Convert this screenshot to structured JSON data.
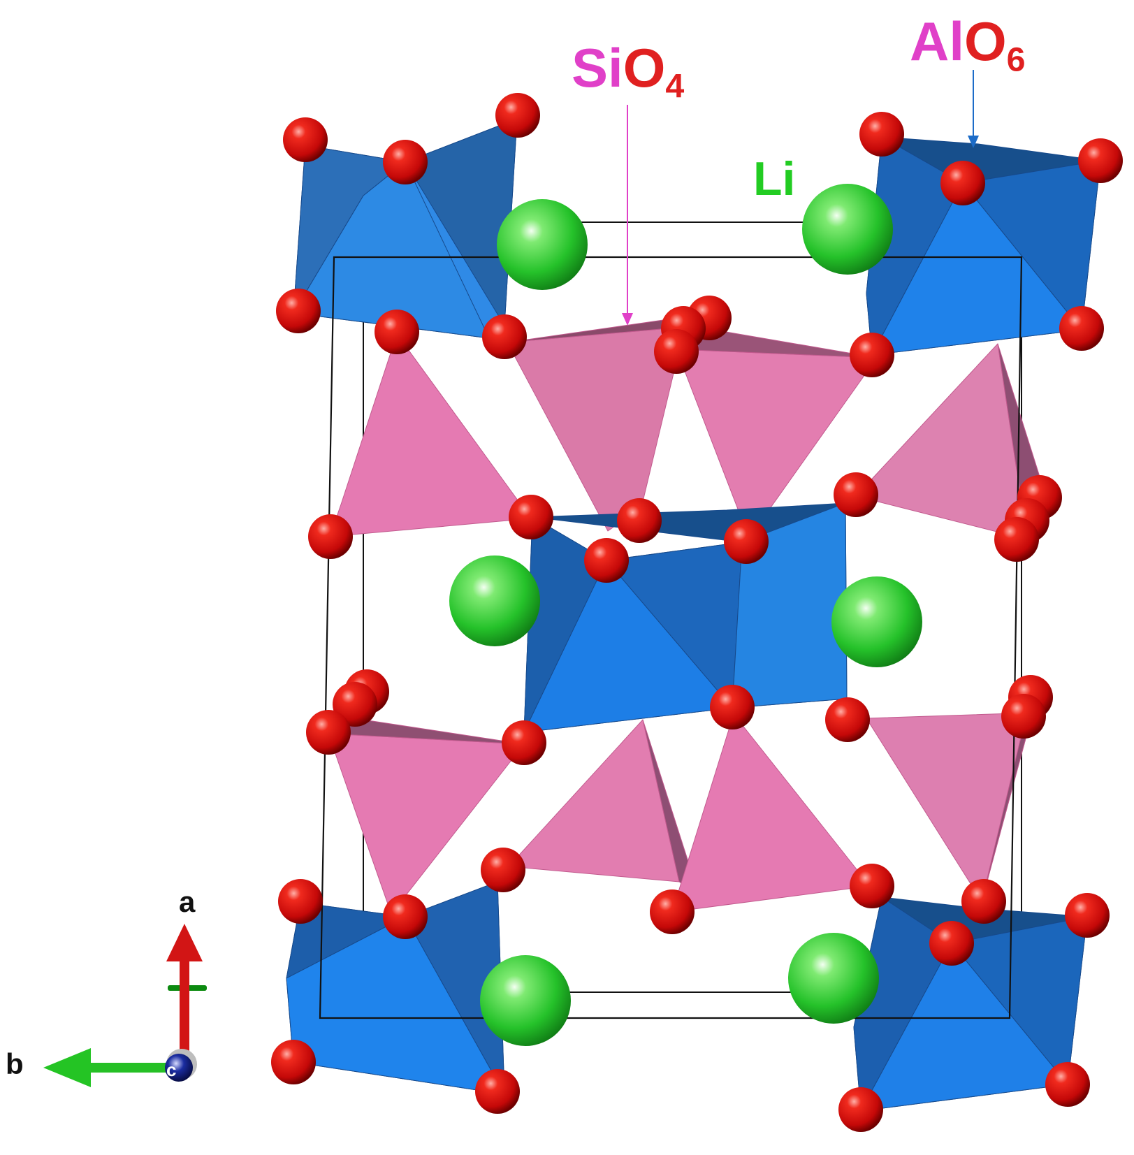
{
  "labels": {
    "sio4": {
      "main": "SiO",
      "sub": "4",
      "color_si": "#e040c8",
      "color_o": "#e02020"
    },
    "alo6": {
      "main": "AlO",
      "sub": "6",
      "color_al": "#e040c8",
      "color_o": "#e02020"
    },
    "li": {
      "text": "Li",
      "color": "#22cc22"
    }
  },
  "axes": {
    "a_label": "a",
    "b_label": "b",
    "c_label": "c"
  },
  "colors": {
    "oxygen": "#dd1111",
    "lithium": "#2ecc40",
    "alo6_polyhedra": "#1e6fd0",
    "sio4_polyhedra": "#e57ab2",
    "cell_edges": "#111111",
    "axis_a": "#cc1111",
    "axis_b": "#22bb22",
    "axis_c": "#102080"
  }
}
